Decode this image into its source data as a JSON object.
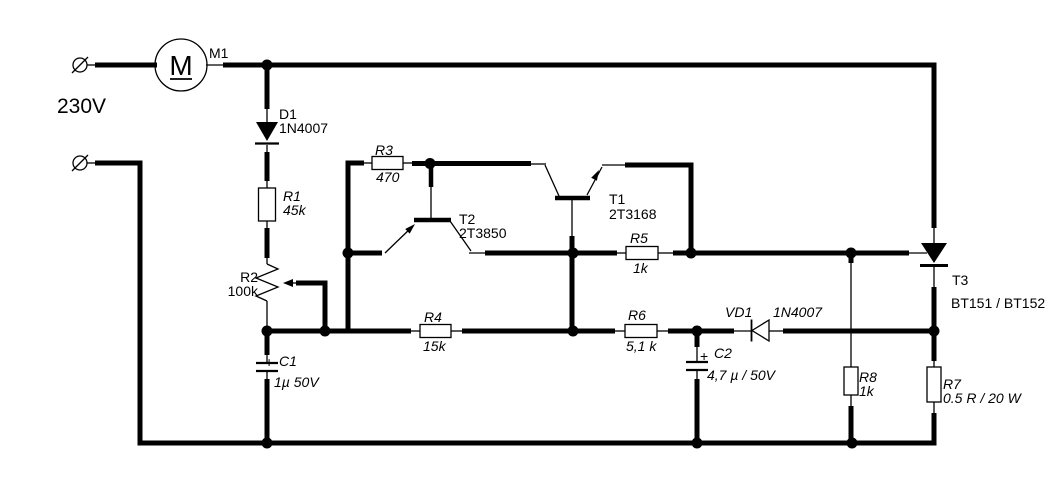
{
  "diagram_type": "motor-speed-control-circuit-schematic",
  "supply": {
    "voltage_label": "230V"
  },
  "components": {
    "m1": {
      "ref": "M1",
      "symbol": "M"
    },
    "d1": {
      "ref": "D1",
      "value": "1N4007"
    },
    "r1": {
      "ref": "R1",
      "value": "45k"
    },
    "r2": {
      "ref": "R2",
      "value": "100k"
    },
    "c1": {
      "ref": "C1",
      "value": "1µ 50V",
      "polarity": "+"
    },
    "r3": {
      "ref": "R3",
      "value": "470"
    },
    "t2": {
      "ref": "T2",
      "value": "2T3850"
    },
    "t1": {
      "ref": "T1",
      "value": "2T3168"
    },
    "r4": {
      "ref": "R4",
      "value": "15k"
    },
    "r5": {
      "ref": "R5",
      "value": "1k"
    },
    "r6": {
      "ref": "R6",
      "value": "5,1 k"
    },
    "vd1": {
      "ref": "VD1",
      "value": "1N4007"
    },
    "c2": {
      "ref": "C2",
      "value": "4,7 µ / 50V",
      "polarity": "+"
    },
    "r8": {
      "ref": "R8",
      "value": "1k"
    },
    "r7": {
      "ref": "R7",
      "value": "0.5 R / 20 W"
    },
    "t3": {
      "ref": "T3",
      "value": "BT151 / BT152"
    }
  },
  "colors": {
    "wire": "#000000",
    "background": "#ffffff"
  }
}
